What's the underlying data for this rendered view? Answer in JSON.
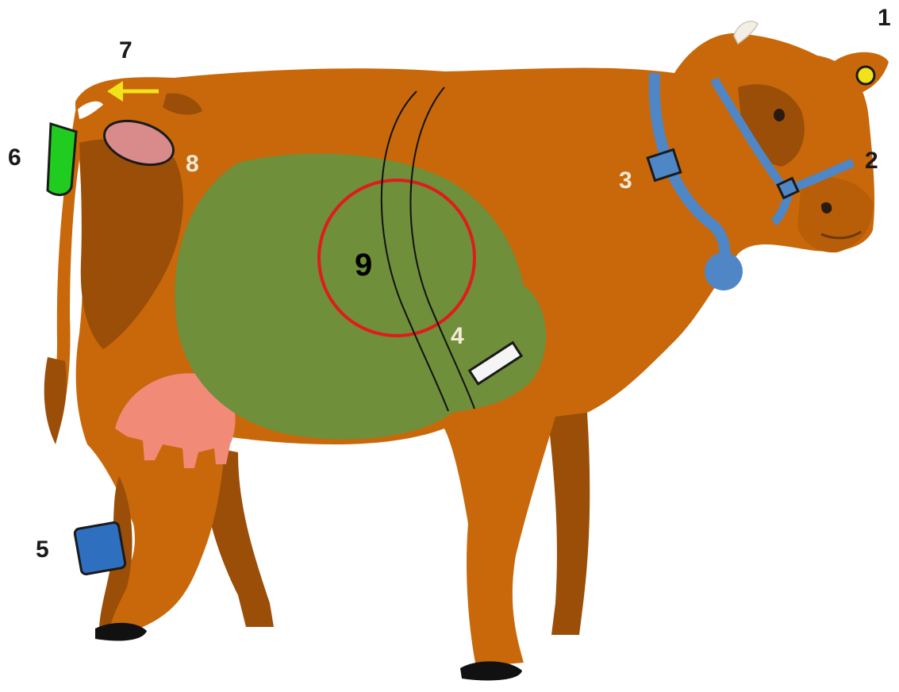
{
  "labels": {
    "ear_tag": "1",
    "nose_sensor": "2",
    "neck_collar": "3",
    "rumen_bolus": "4",
    "leg_band": "5",
    "tail_sensor": "6",
    "tail_arrow": "7",
    "vaginal_sensor": "8",
    "rumen_zone": "9"
  },
  "colors": {
    "body": "#c8680a",
    "shade": "#9a4e08",
    "rumen": "#6f8f3a",
    "collar": "#4f86c6",
    "udder": "#f28a78",
    "tail_sensor": "#1fcc1f",
    "leg_band": "#2f6fc0",
    "ear_tag": "#f2e21a",
    "vaginal_sensor": "#d98a8a",
    "arrow": "#f2e21a",
    "ring": "#e01b1b"
  }
}
